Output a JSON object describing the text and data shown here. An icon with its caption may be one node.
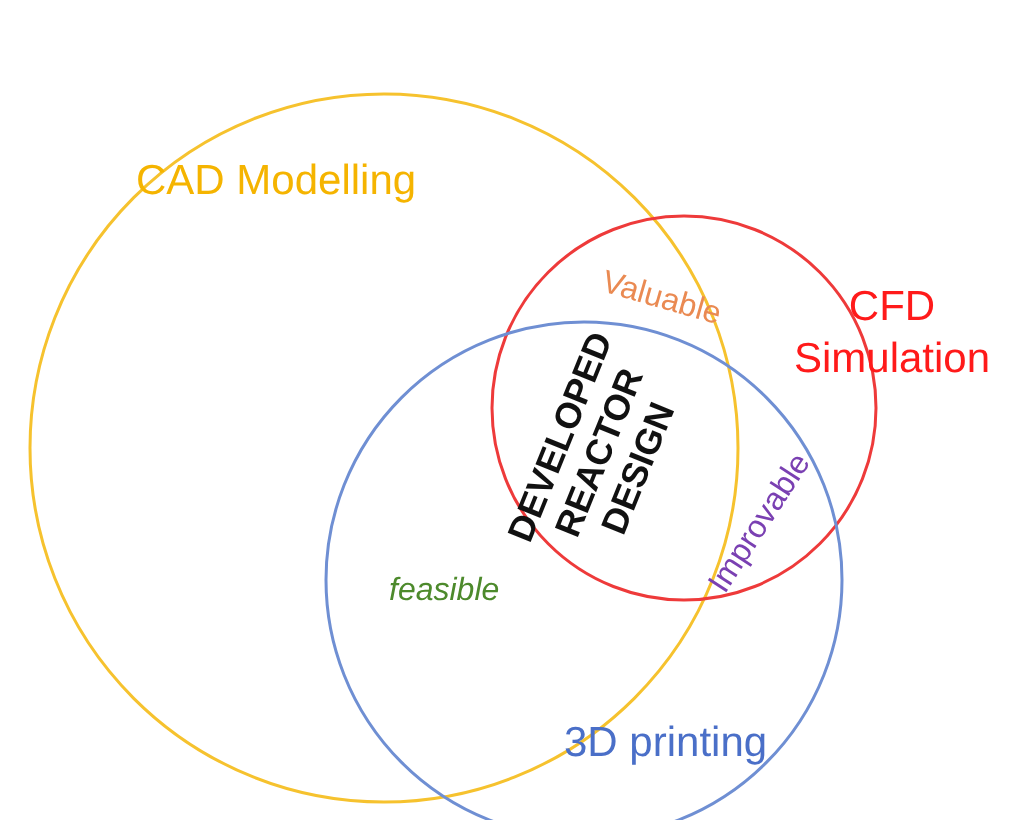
{
  "diagram": {
    "nodes": [
      {
        "text": [
          "CAD Modelling"
        ]
      },
      {
        "text": [
          "CFD Simulation"
        ]
      },
      {
        "text": [
          "3D printing"
        ]
      }
    ],
    "labels": [
      "Valuable",
      "DEVELOPED REACTOR DESIGN",
      "Improvable",
      "feasible"
    ]
  }
}
